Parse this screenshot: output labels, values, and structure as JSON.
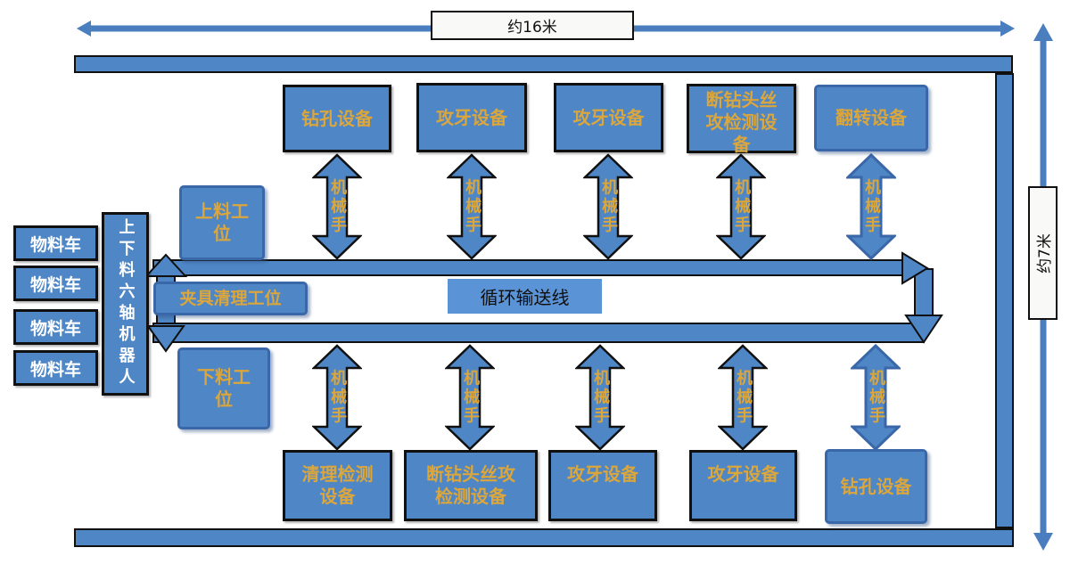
{
  "dimensions": {
    "horizontal": "约16米",
    "vertical": "约7米"
  },
  "conveyor_label": "循环输送线",
  "stations": {
    "loading": "上料工位",
    "unloading": "下料工位",
    "fixture_cleaning": "夹具清理工位",
    "loading_robot": "上下料六轴机器人"
  },
  "material_carts": [
    "物料车",
    "物料车",
    "物料车",
    "物料车"
  ],
  "top_row_equipment": [
    "钻孔设备",
    "攻牙设备",
    "攻牙设备",
    "断钻头丝攻检测设备",
    "翻转设备"
  ],
  "bottom_row_equipment": [
    "清理检测设备",
    "断钻头丝攻检测设备",
    "攻牙设备",
    "攻牙设备",
    "钻孔设备"
  ],
  "robot_arm_labels_top": [
    "机械手",
    "机械手",
    "机械手",
    "机械手",
    "机械手"
  ],
  "robot_arm_labels_bottom": [
    "机械手",
    "机械手",
    "机械手",
    "机械手",
    "机械手"
  ],
  "colors": {
    "fill": "#4E86C6",
    "fill_light": "#5B94D6",
    "outline_black": "#101010",
    "outline_blue": "#3A67A8",
    "gold": "#DBA63C",
    "dim_arrow": "#4A7EBE"
  }
}
